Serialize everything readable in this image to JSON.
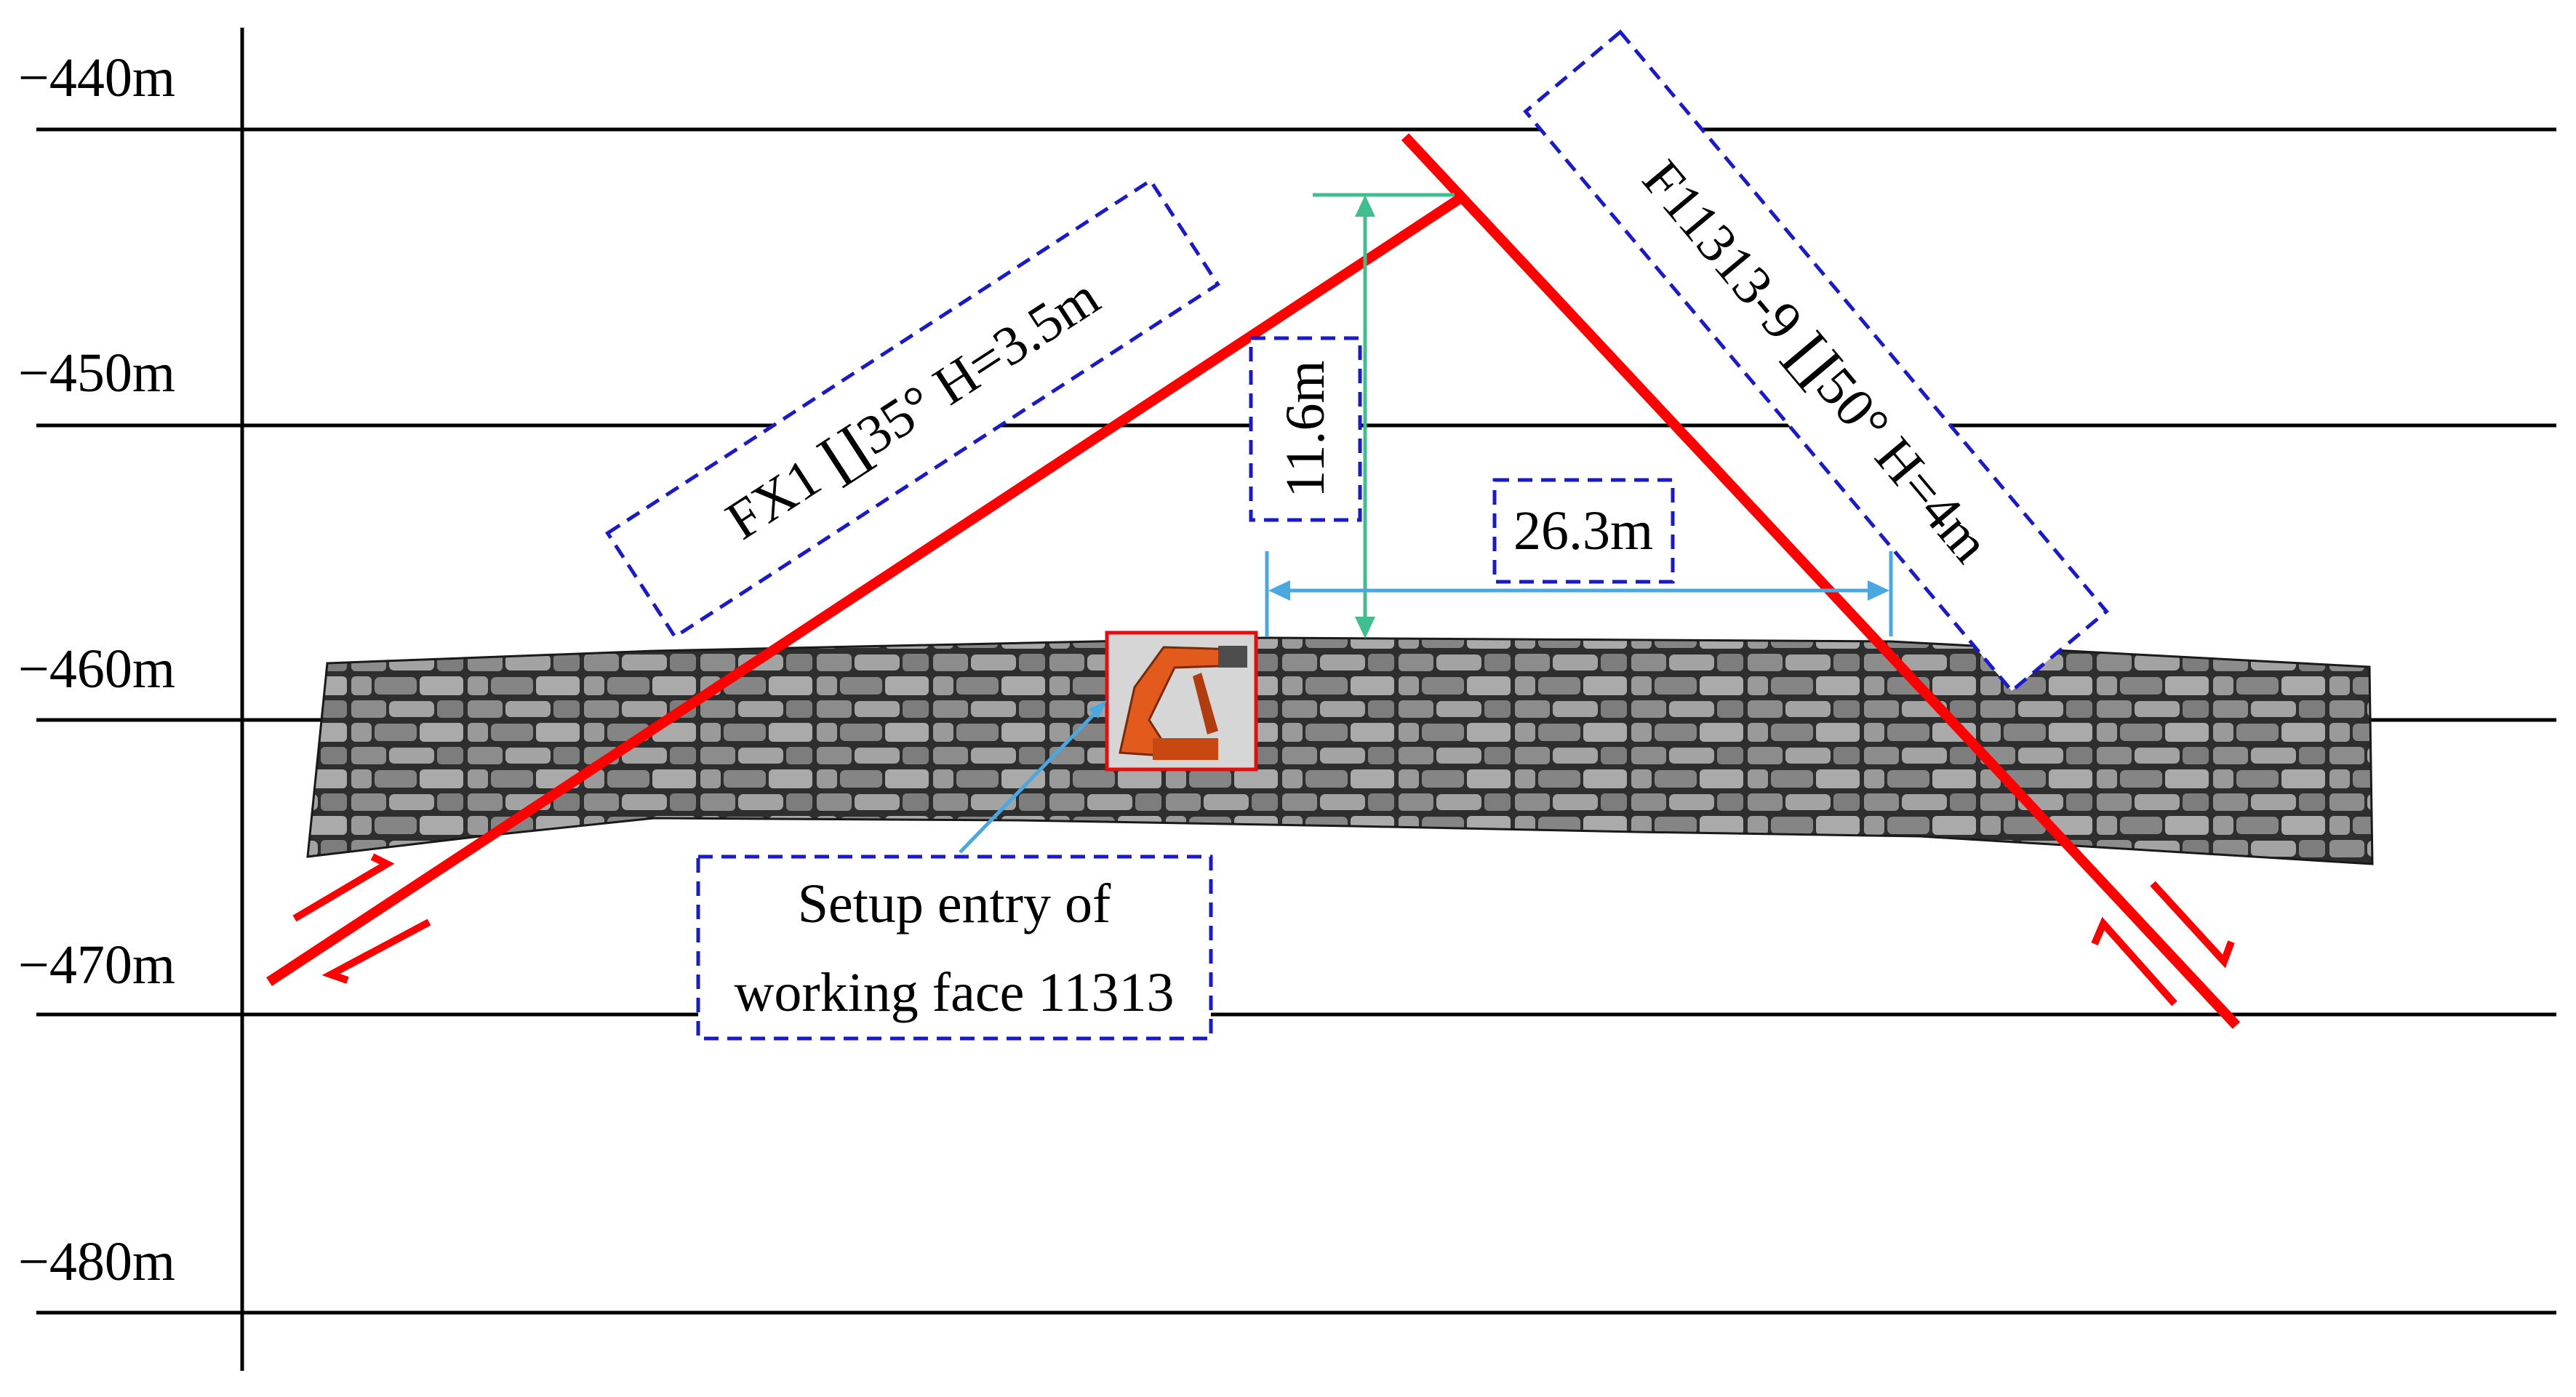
{
  "depth_labels": [
    "−440m",
    "−450m",
    "−460m",
    "−470m",
    "−480m"
  ],
  "fault_fx1": {
    "label": "FX1 ∐35° H=3.5m"
  },
  "fault_f11313": {
    "label": "F11313-9 ∐50° H=4m"
  },
  "dim_vertical": "11.6m",
  "dim_horizontal": "26.3m",
  "setup_entry": {
    "line1": "Setup entry of",
    "line2": "working face 11313"
  },
  "colors": {
    "fault": "#ff0000",
    "dim_vertical": "#3fbf8f",
    "dim_horizontal": "#4aa8e0",
    "leader": "#4aa8e0",
    "box_border": "#1a1acc",
    "grid": "#000000"
  }
}
